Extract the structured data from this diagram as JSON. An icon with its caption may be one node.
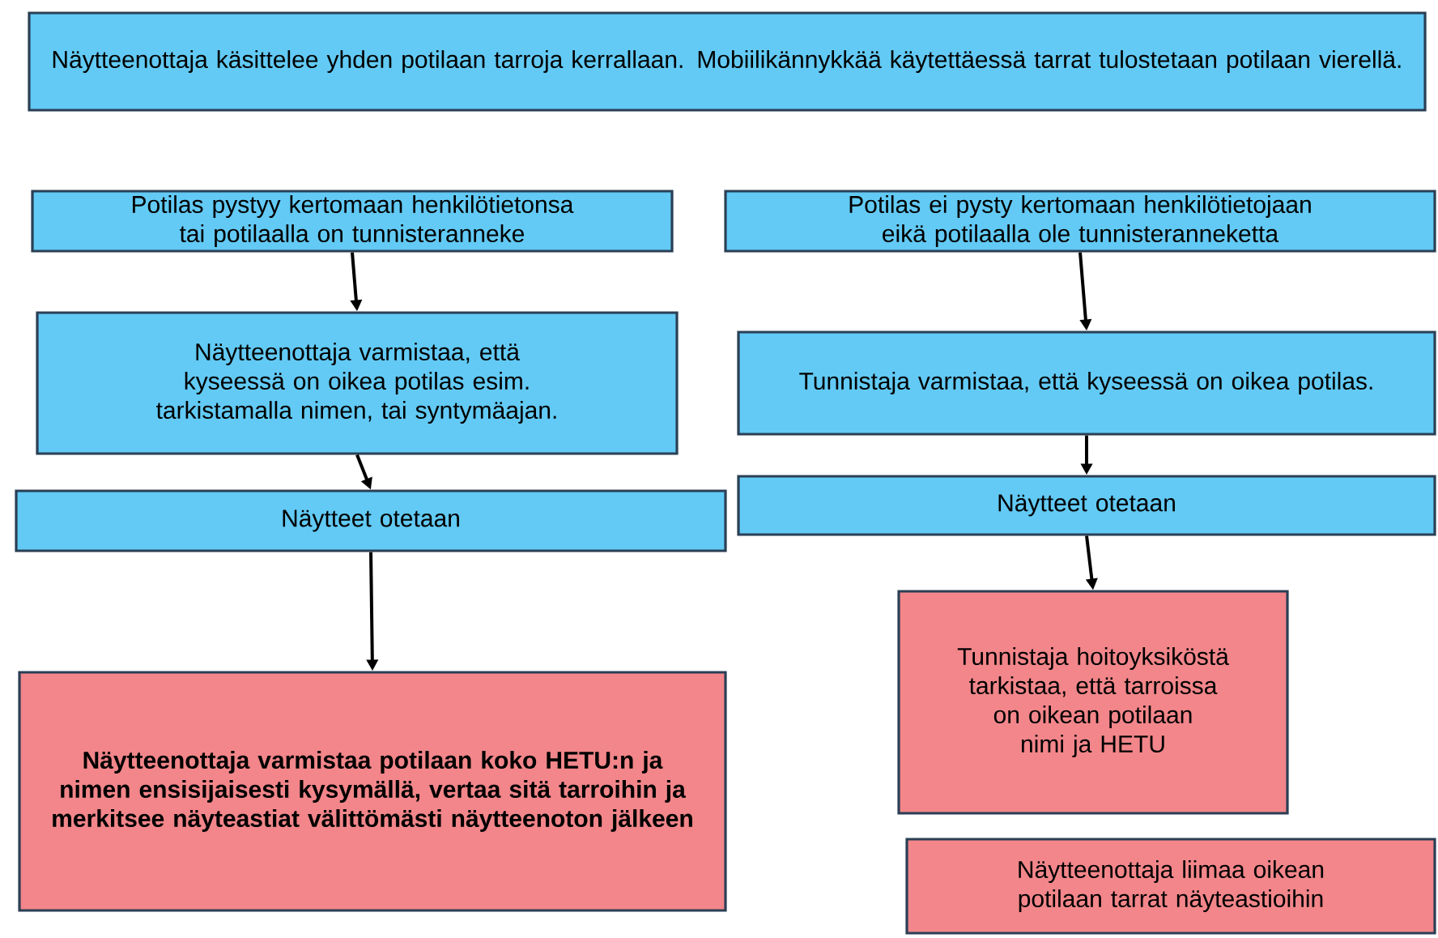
{
  "diagram": {
    "nodes": [
      {
        "text": [
          "Näytteenottaja käsittelee yhden potilaan tarroja kerrallaan. Mobiilikännykkää käytettäessä tarrat tulostetaan potilaan vierellä."
        ]
      },
      {
        "text": [
          "Potilas pystyy kertomaan henkilötietonsa tai potilaalla on tunnisteranneke"
        ]
      },
      {
        "text": [
          "Näytteenottaja varmistaa, että kyseessä on oikea potilas esim. tarkistamalla nimen, tai syntymäajan."
        ]
      },
      {
        "text": [
          "Näytteet otetaan"
        ]
      },
      {
        "text": [
          "Näytteenottaja varmistaa potilaan koko HETU:n ja nimen ensisijaisesti kysymällä, vertaa sitä tarroihin ja merkitsee näyteastiat välittömästi näytteenoton jälkeen"
        ]
      },
      {
        "text": [
          "Potilas ei pysty kertomaan henkilötietojaan eikä potilaalla ole tunnisteranneketta"
        ]
      },
      {
        "text": [
          "Tunnistaja varmistaa, että kyseessä on oikea potilas."
        ]
      },
      {
        "text": [
          "Näytteet otetaan"
        ]
      },
      {
        "text": [
          "Tunnistaja hoitoyksiköstä tarkistaa, että tarroissa on oikean potilaan nimi ja HETU"
        ]
      },
      {
        "text": [
          "Näytteenottaja liimaa oikean potilaan tarrat näyteastioihin"
        ]
      }
    ],
    "edges": [
      {
        "from": 1,
        "to": 2,
        "arrow": "to"
      },
      {
        "from": 2,
        "to": 3,
        "arrow": "to"
      },
      {
        "from": 3,
        "to": 4,
        "arrow": "to"
      },
      {
        "from": 5,
        "to": 6,
        "arrow": "to"
      },
      {
        "from": 6,
        "to": 7,
        "arrow": "to"
      },
      {
        "from": 7,
        "to": 8,
        "arrow": "to"
      }
    ]
  }
}
